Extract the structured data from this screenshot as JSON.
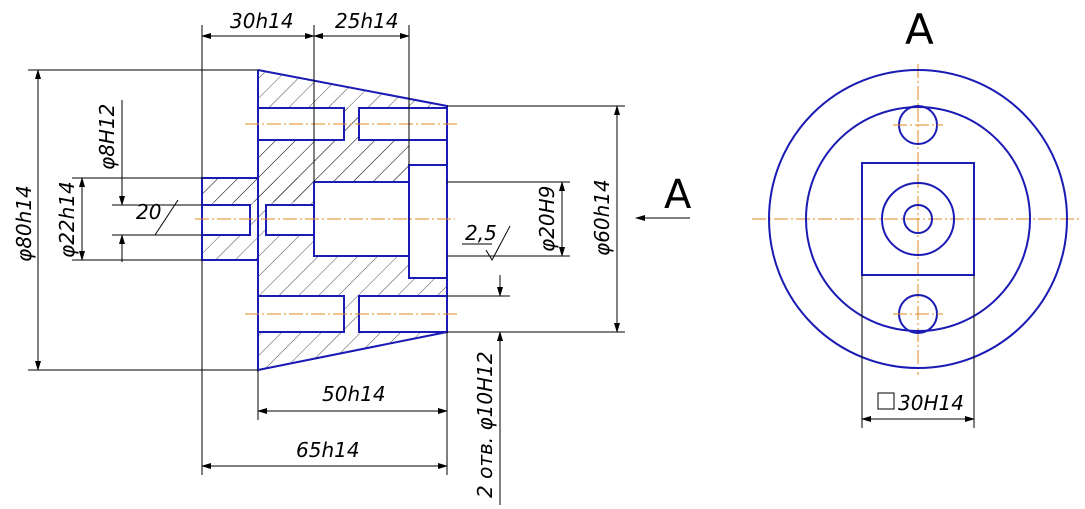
{
  "colors": {
    "object_line": "#1a1ab4",
    "center_line": "#e08a1e",
    "dimension_line": "#000000"
  },
  "view_label": "A",
  "arrow_label": "A",
  "dimensions": {
    "d_30h14": "30h14",
    "d_25h14": "25h14",
    "d_80h14": "φ80h14",
    "d_8H12": "φ8H12",
    "d_22h14": "φ22h14",
    "angle_20": "20",
    "d_20H9": "φ20H9",
    "d_60h14": "φ60h14",
    "roughness_25": "2,5",
    "d_50h14": "50h14",
    "d_65h14": "65h14",
    "holes_10H12": "2 отв. φ10H12",
    "square_30H14": "30H14"
  }
}
